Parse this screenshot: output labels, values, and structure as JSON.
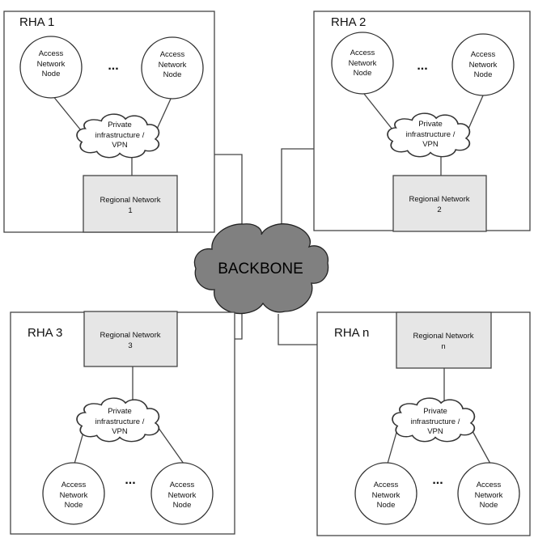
{
  "backbone": {
    "label": "BACKBONE"
  },
  "rha": [
    {
      "title": "RHA 1",
      "regional_network": [
        "Regional Network",
        "1"
      ],
      "vpn": [
        "Private",
        "infrastructure /",
        "VPN"
      ],
      "nodes": [
        [
          "Access",
          "Network",
          "Node"
        ],
        [
          "Access",
          "Network",
          "Node"
        ]
      ],
      "ellipsis": "..."
    },
    {
      "title": "RHA 2",
      "regional_network": [
        "Regional Network",
        "2"
      ],
      "vpn": [
        "Private",
        "infrastructure /",
        "VPN"
      ],
      "nodes": [
        [
          "Access",
          "Network",
          "Node"
        ],
        [
          "Access",
          "Network",
          "Node"
        ]
      ],
      "ellipsis": "..."
    },
    {
      "title": "RHA 3",
      "regional_network": [
        "Regional Network",
        "3"
      ],
      "vpn": [
        "Private",
        "infrastructure /",
        "VPN"
      ],
      "nodes": [
        [
          "Access",
          "Network",
          "Node"
        ],
        [
          "Access",
          "Network",
          "Node"
        ]
      ],
      "ellipsis": "..."
    },
    {
      "title": "RHA n",
      "regional_network": [
        "Regional Network",
        "n"
      ],
      "vpn": [
        "Private",
        "infrastructure /",
        "VPN"
      ],
      "nodes": [
        [
          "Access",
          "Network",
          "Node"
        ],
        [
          "Access",
          "Network",
          "Node"
        ]
      ],
      "ellipsis": "..."
    }
  ]
}
